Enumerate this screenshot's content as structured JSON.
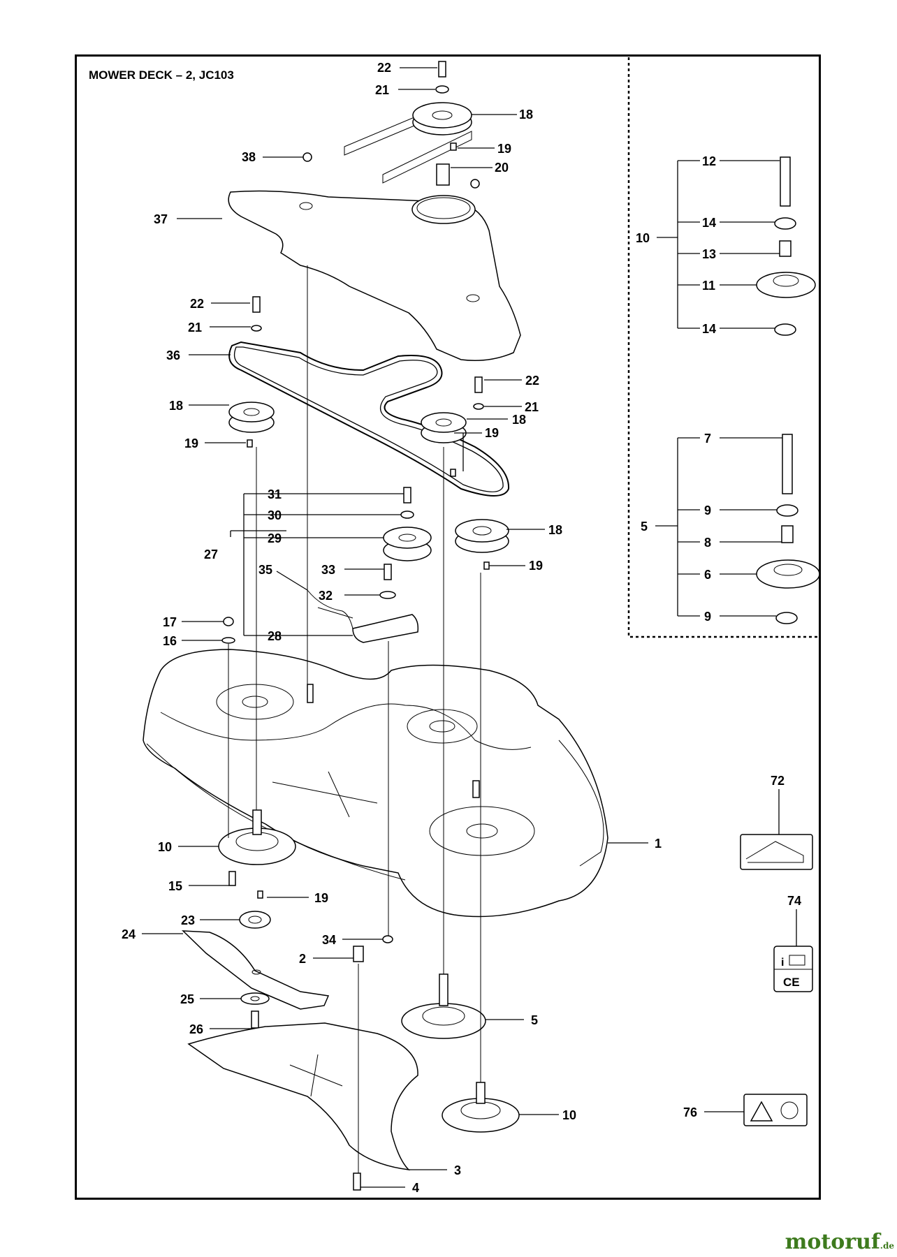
{
  "title": "MOWER DECK – 2, JC103",
  "labels": {
    "l22a": "22",
    "l21a": "21",
    "l18a": "18",
    "l19a": "19",
    "l20": "20",
    "l38": "38",
    "l37": "37",
    "l22b": "22",
    "l21b": "21",
    "l36": "36",
    "l22c": "22",
    "l21c": "21",
    "l18b": "18",
    "l18c": "18",
    "l19b": "19",
    "l19c": "19",
    "l31": "31",
    "l30": "30",
    "l29": "29",
    "l27": "27",
    "l18d": "18",
    "l19d": "19",
    "l35": "35",
    "l33": "33",
    "l32": "32",
    "l17": "17",
    "l16": "16",
    "l28": "28",
    "l10a": "10",
    "l12": "12",
    "l14a": "14",
    "l13": "13",
    "l11": "11",
    "l14b": "14",
    "l5a": "5",
    "l7": "7",
    "l9a": "9",
    "l8": "8",
    "l6": "6",
    "l9b": "9",
    "l72": "72",
    "l74": "74",
    "l76": "76",
    "l1": "1",
    "l10b": "10",
    "l15": "15",
    "l19e": "19",
    "l23": "23",
    "l24": "24",
    "l34": "34",
    "l2": "2",
    "l25": "25",
    "l26": "26",
    "l5b": "5",
    "l10c": "10",
    "l3": "3",
    "l4": "4"
  },
  "watermark": {
    "main": "motoruf",
    "suffix": ".de"
  },
  "colors": {
    "ink": "#000000",
    "watermark": "#3d7a1d"
  }
}
